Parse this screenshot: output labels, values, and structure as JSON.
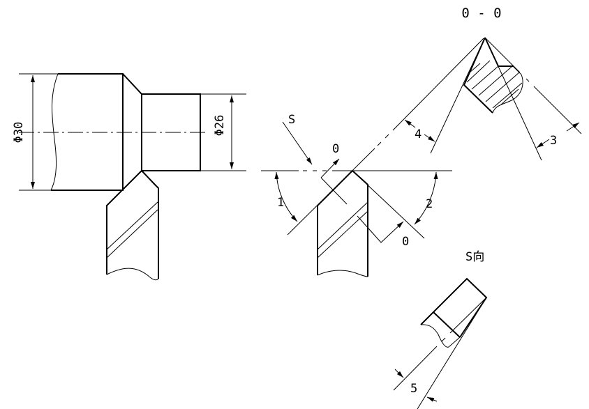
{
  "drawing": {
    "dimensions": {
      "large_diameter": "Φ30",
      "small_diameter": "Φ26"
    },
    "section_title": "0 - 0",
    "view_label": "S向",
    "direction_label": "S",
    "section_marks": [
      "0",
      "0"
    ],
    "angle_labels": [
      "1",
      "2",
      "3",
      "4",
      "5"
    ]
  }
}
